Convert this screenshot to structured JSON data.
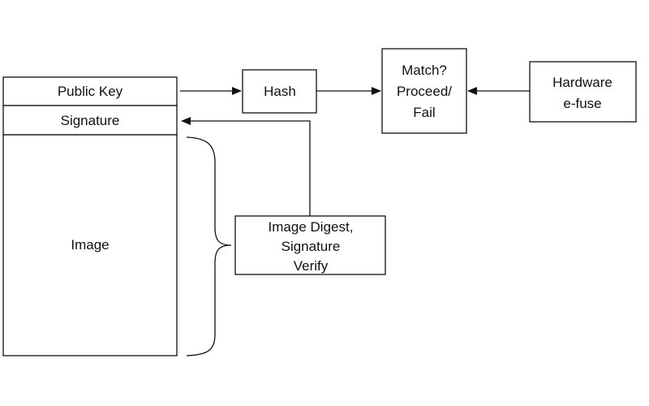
{
  "diagram": {
    "image_block": {
      "public_key": "Public Key",
      "signature": "Signature",
      "image": "Image"
    },
    "hash": "Hash",
    "match": [
      "Match?",
      "Proceed/",
      "Fail"
    ],
    "hardware": [
      "Hardware",
      "e-fuse"
    ],
    "digest": [
      "Image Digest,",
      "Signature",
      "Verify"
    ]
  }
}
